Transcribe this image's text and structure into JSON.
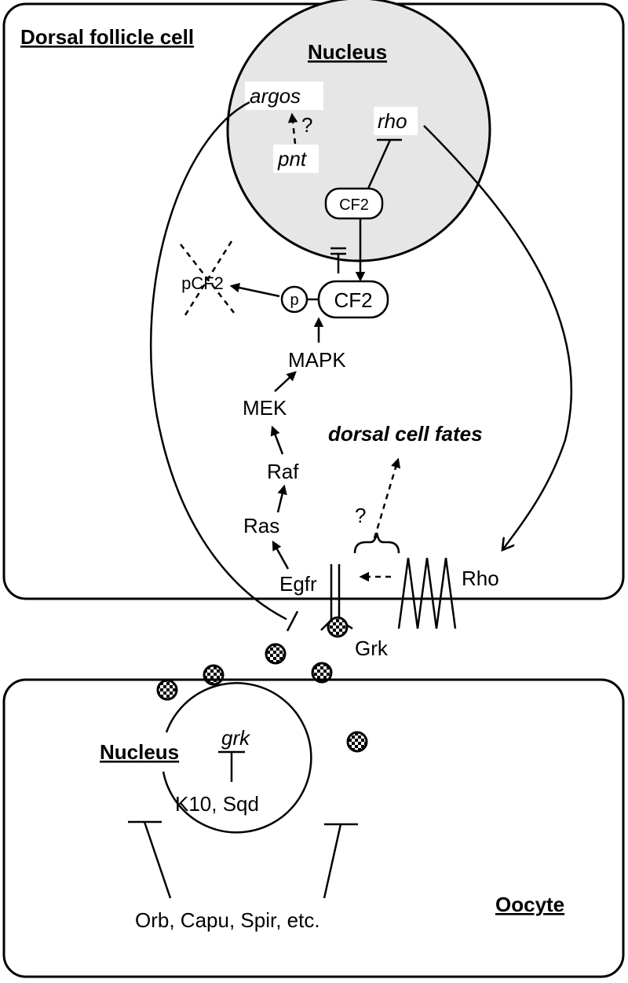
{
  "follicle_cell": {
    "title": "Dorsal follicle cell",
    "nucleus": {
      "title": "Nucleus",
      "argos": "argos",
      "pnt": "pnt",
      "question": "?",
      "rho_gene": "rho",
      "cf2": "CF2"
    },
    "pcf2": "pCF2",
    "p": "p",
    "cf2_cyto": "CF2",
    "mapk": "MAPK",
    "mek": "MEK",
    "raf": "Raf",
    "ras": "Ras",
    "egfr": "Egfr",
    "rho_protein": "Rho",
    "dorsal_cell_fates": "dorsal cell fates",
    "question2": "?",
    "grk": "Grk"
  },
  "oocyte": {
    "title": "Oocyte",
    "nucleus_title": "Nucleus",
    "grk_gene": "grk",
    "k10_sqd": "K10, Sqd",
    "regulators": "Orb, Capu, Spir, etc."
  },
  "colors": {
    "nucleus_fill": "#e6e6e6",
    "outline": "#000000"
  }
}
